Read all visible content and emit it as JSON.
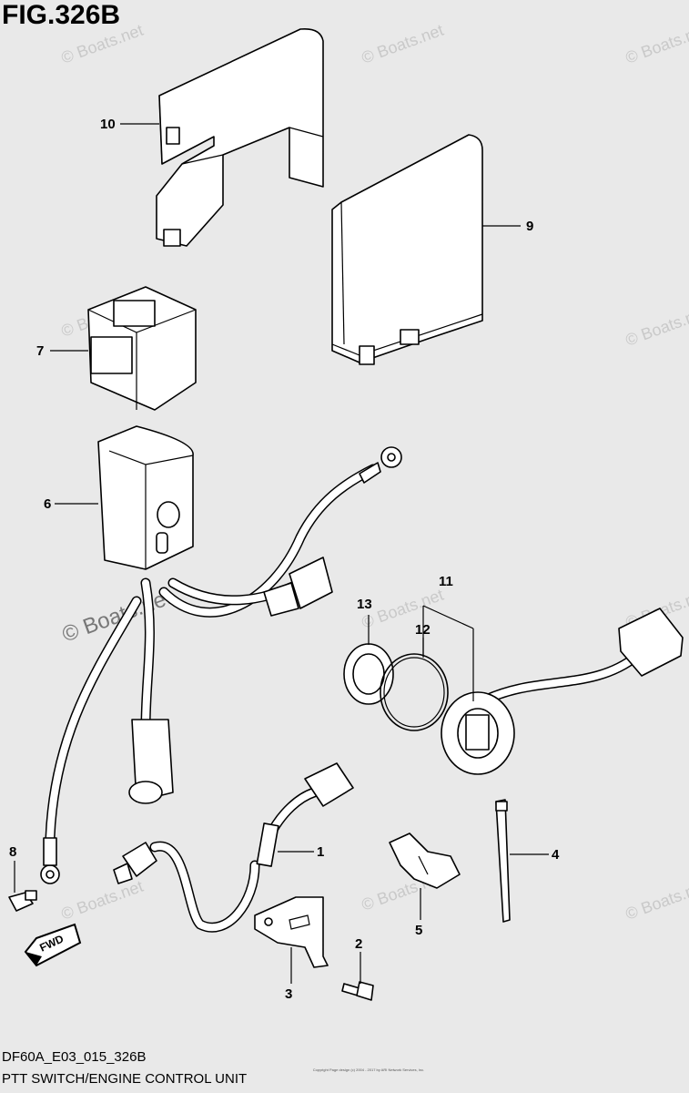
{
  "header": {
    "title": "FIG.326B"
  },
  "footer": {
    "code": "DF60A_E03_015_326B",
    "description": "PTT SWITCH/ENGINE CONTROL UNIT",
    "copyright": "Copyright Page design (c) 2004 - 2017 by ARI Network Services, Inc."
  },
  "watermark": {
    "text": "© Boats.net"
  },
  "callouts": {
    "c1": "1",
    "c2": "2",
    "c3": "3",
    "c4": "4",
    "c5": "5",
    "c6": "6",
    "c7": "7",
    "c8": "8",
    "c9": "9",
    "c10": "10",
    "c11": "11",
    "c12": "12",
    "c13": "13"
  },
  "fwd": {
    "label": "FWD"
  }
}
